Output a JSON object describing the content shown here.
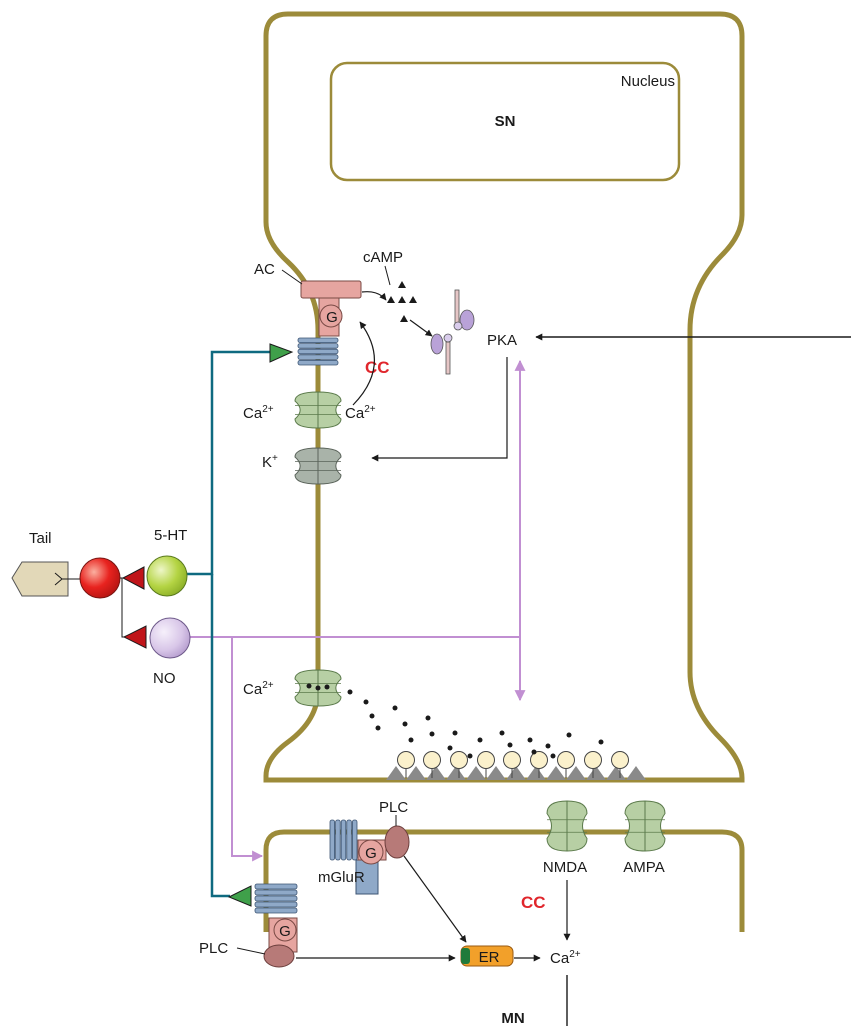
{
  "colors": {
    "membrane": "#9c8b3a",
    "modulatory_path": "#0f6a80",
    "no_path": "#c18fd2",
    "cc_text": "#e0262c",
    "ac_g_protein": "#e6a5a0",
    "receptor": "#8fa9c8",
    "ca_channel": "#b7cfa4",
    "k_channel": "#a9b3a9",
    "red_neuron": "#e8231f",
    "green_neuron": "#b4d443",
    "no_neuron": "#d8c6e8",
    "tail_shape": "#e2d8b8",
    "er": "#f2a02a",
    "vesicle": "#fbf1cc"
  },
  "icons": {
    "ac": "adenylyl-cyclase-icon",
    "g": "g-protein-icon",
    "pka": "pka-subunit-icon",
    "receptor": "seven-tm-receptor-icon",
    "channel": "ion-channel-icon",
    "vesicle": "vesicle-icon",
    "er": "endoplasmic-reticulum-icon"
  },
  "labels": {
    "nucleus": "Nucleus",
    "sn": "SN",
    "ac": "AC",
    "camp": "cAMP",
    "g": "G",
    "pka": "PKA",
    "cc": "CC",
    "ca": "Ca",
    "ca_charge": "2+",
    "k": "K",
    "k_charge": "+",
    "tail": "Tail",
    "five_ht": "5-HT",
    "no": "NO",
    "plc": "PLC",
    "mglur": "mGluR",
    "nmda": "NMDA",
    "ampa": "AMPA",
    "er": "ER",
    "mn": "MN"
  }
}
